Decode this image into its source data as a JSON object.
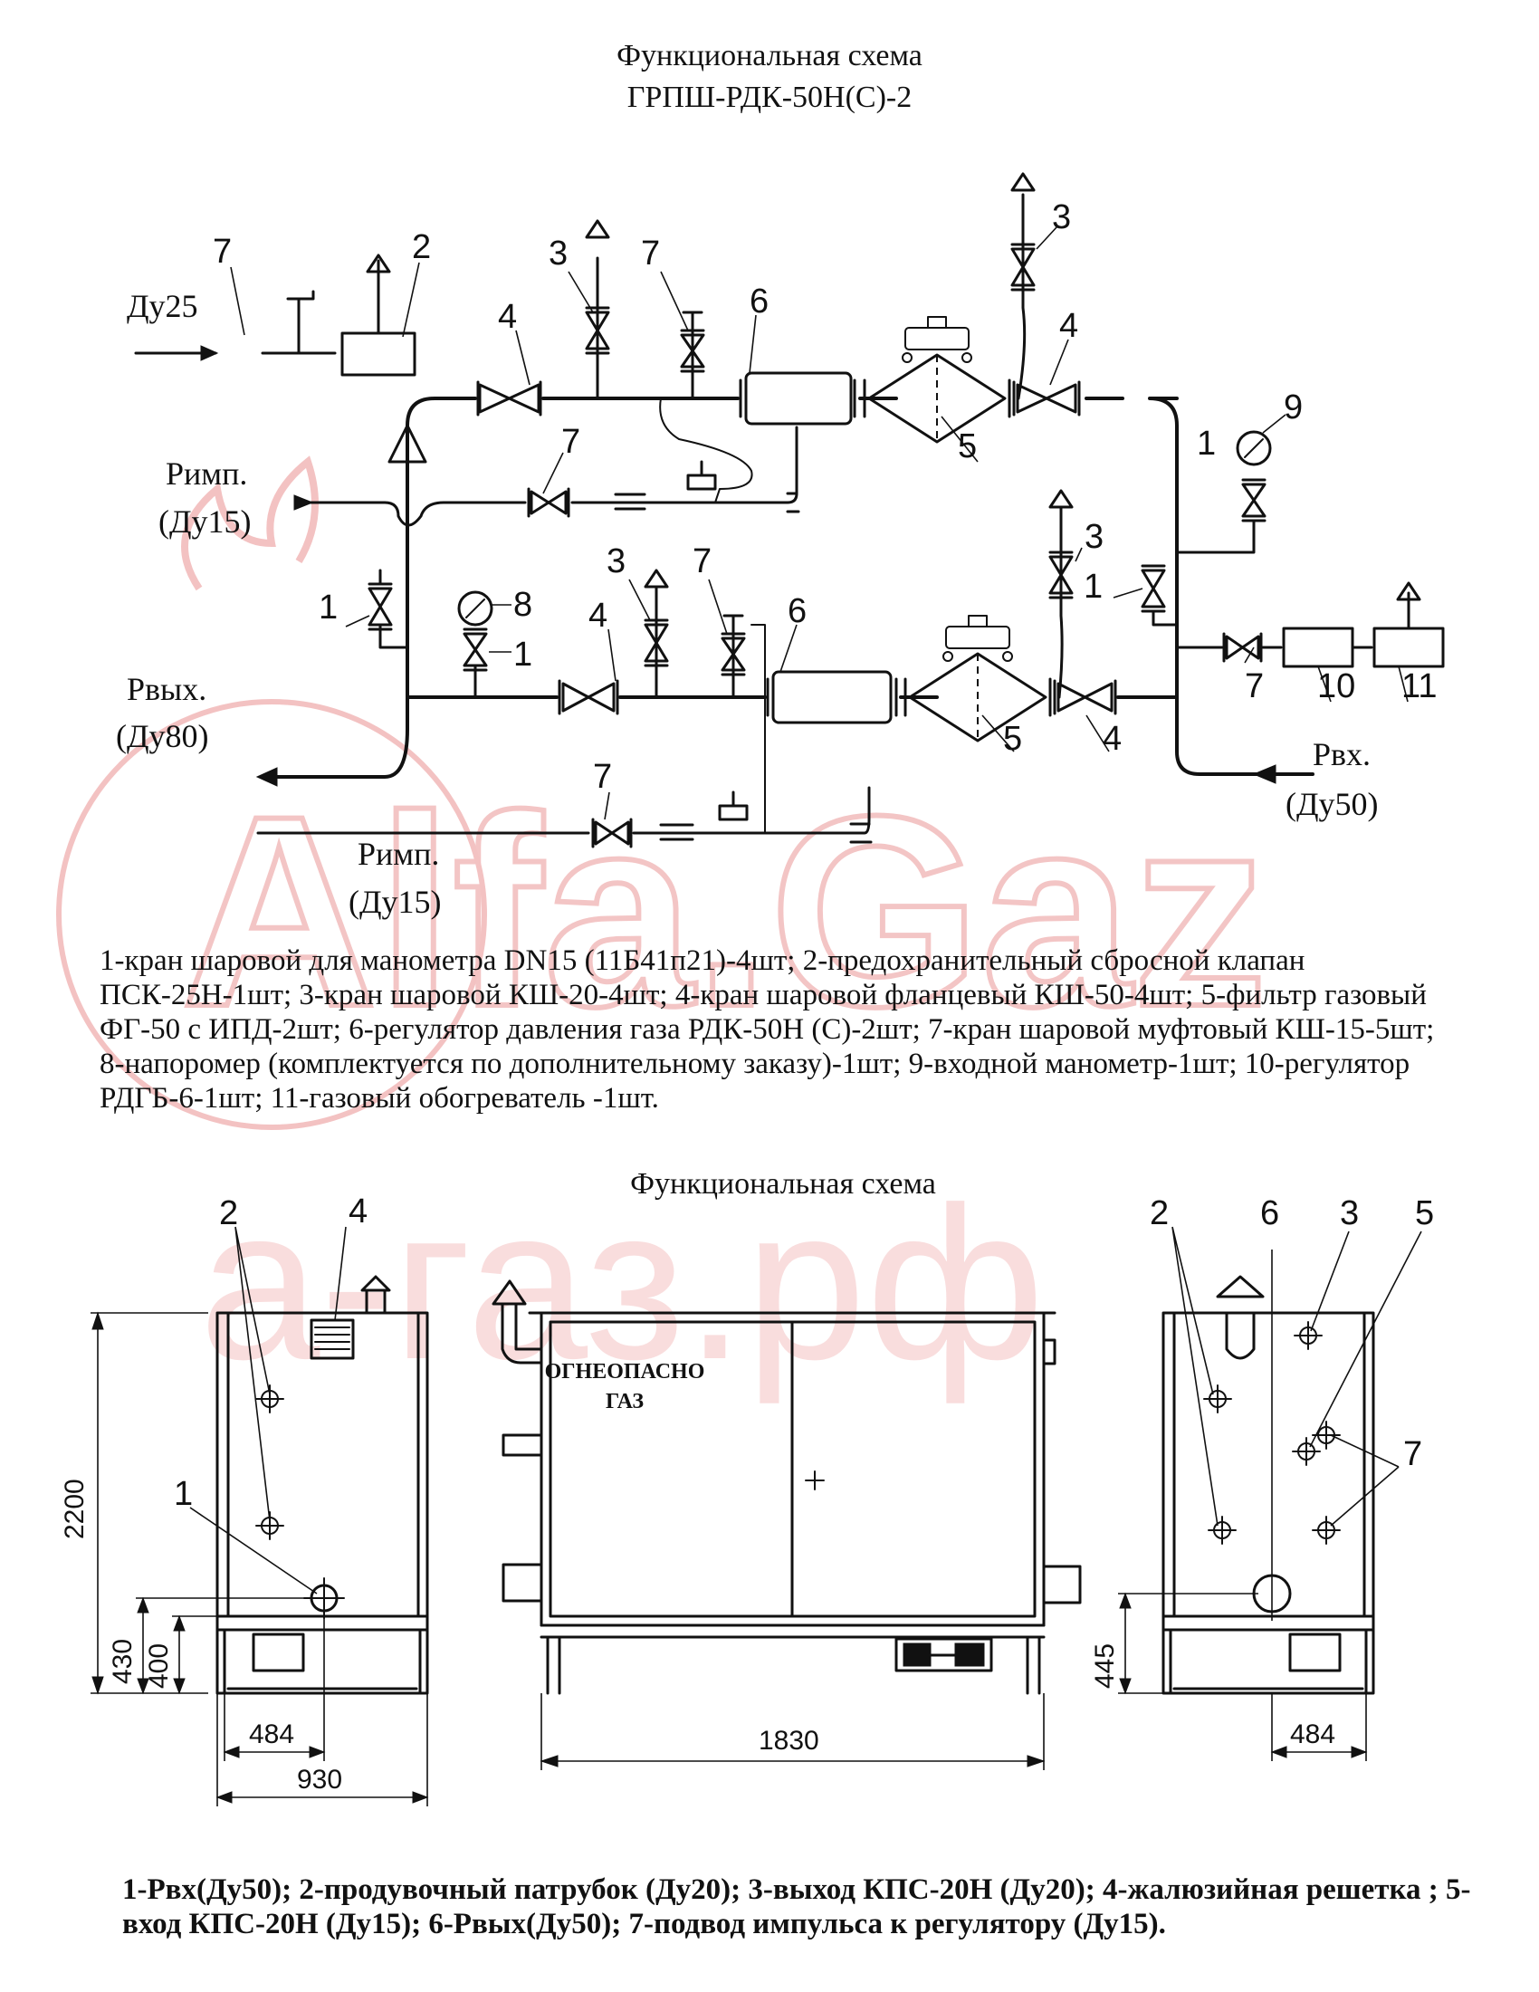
{
  "diagram1": {
    "title": "Функциональная схема",
    "subtitle": "ГРПШ-РДК-50Н(С)-2",
    "labels": {
      "inlet_small": "Ду25",
      "pimp_top_name": "Римп.",
      "pimp_top_dn": "(Ду15)",
      "pout_name": "Рвых.",
      "pout_dn": "(Ду80)",
      "pin_name": "Рвх.",
      "pin_dn": "(Ду50)",
      "pimp_bottom_name": "Римп.",
      "pimp_bottom_dn": "(Ду15)"
    },
    "callouts": [
      "1",
      "2",
      "3",
      "4",
      "5",
      "6",
      "7",
      "8",
      "9",
      "10",
      "11"
    ],
    "legend": "1-кран шаровой для манометра DN15 (11Б41п21)-4шт; 2-предохранительный сбросной клапан ПСК-25Н-1шт; 3-кран шаровой КШ-20-4шт; 4-кран шаровой фланцевый КШ-50-4шт; 5-фильтр газовый ФГ-50 с ИПД-2шт; 6-регулятор давления газа РДК-50Н (С)-2шт; 7-кран шаровой муфтовый КШ-15-5шт; 8-напоромер (комплектуется по дополнительному заказу)-1шт; 9-входной манометр-1шт; 10-регулятор РДГБ-6-1шт; 11-газовый обогреватель -1шт."
  },
  "diagram2": {
    "title": "Функциональная схема",
    "sign_line1": "ОГНЕОПАСНО",
    "sign_line2": "ГАЗ",
    "dimensions": {
      "height": "2200",
      "h430": "430",
      "h400": "400",
      "h445": "445",
      "w484_left": "484",
      "w930": "930",
      "w1830": "1830",
      "w484_right": "484"
    },
    "legend": "1-Рвх(Ду50); 2-продувочный патрубок (Ду20); 3-выход КПС-20Н (Ду20); 4-жалюзийная решетка ; 5-вход КПС-20Н (Ду15); 6-Рвых(Ду50); 7-подвод импульса к регулятору (Ду15)."
  },
  "watermark": {
    "line1": "Alfa.Gaz",
    "line2": "а-газ.рф",
    "color": "#f2bcbc"
  }
}
